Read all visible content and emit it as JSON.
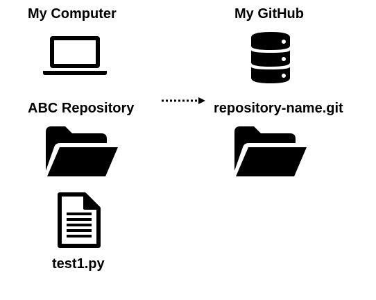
{
  "local": {
    "title": "My Computer",
    "repository_label": "ABC Repository",
    "file_label": "test1.py"
  },
  "remote": {
    "title": "My GitHub",
    "repository_label": "repository-name.git"
  },
  "icons": {
    "computer": "laptop-icon",
    "server": "database-icon",
    "local_folder": "folder-open-icon",
    "remote_folder": "folder-open-icon",
    "file": "document-icon",
    "connector": "dotted-arrow"
  }
}
